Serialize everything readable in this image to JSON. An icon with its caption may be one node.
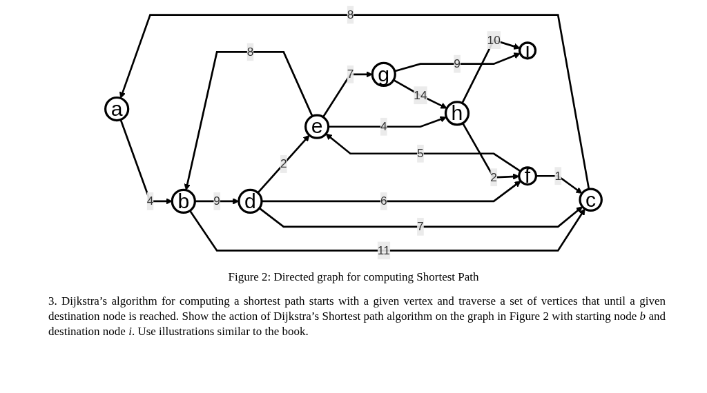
{
  "diagram": {
    "caption": "Figure 2: Directed graph for computing Shortest Path",
    "nodes": [
      {
        "text": [
          "a"
        ]
      },
      {
        "text": [
          "b"
        ]
      },
      {
        "text": [
          "c"
        ]
      },
      {
        "text": [
          "d"
        ]
      },
      {
        "text": [
          "e"
        ]
      },
      {
        "text": [
          "f"
        ]
      },
      {
        "text": [
          "g"
        ]
      },
      {
        "text": [
          "h"
        ]
      },
      {
        "text": [
          "i"
        ]
      }
    ],
    "edges": [
      {
        "from": 0,
        "to": 1,
        "arrow": "to",
        "label": "4"
      },
      {
        "from": 4,
        "to": 1,
        "arrow": "to",
        "label": "8"
      },
      {
        "from": 1,
        "to": 3,
        "arrow": "to",
        "label": "9"
      },
      {
        "from": 1,
        "to": 2,
        "arrow": "to",
        "label": "11"
      },
      {
        "from": 3,
        "to": 4,
        "arrow": "to",
        "label": "2"
      },
      {
        "from": 4,
        "to": 6,
        "arrow": "to",
        "label": "7"
      },
      {
        "from": 6,
        "to": 8,
        "arrow": "to",
        "label": "9"
      },
      {
        "from": 4,
        "to": 7,
        "arrow": "to",
        "label": "4"
      },
      {
        "from": 6,
        "to": 7,
        "arrow": "to",
        "label": "14"
      },
      {
        "from": 5,
        "to": 4,
        "arrow": "to",
        "label": "5"
      },
      {
        "from": 3,
        "to": 2,
        "arrow": "to",
        "label": "7"
      },
      {
        "from": 3,
        "to": 5,
        "arrow": "to",
        "label": "6"
      },
      {
        "from": 2,
        "to": 0,
        "arrow": "to",
        "label": "8"
      },
      {
        "from": 7,
        "to": 8,
        "arrow": "to",
        "label": "10"
      },
      {
        "from": 5,
        "to": 2,
        "arrow": "to",
        "label": "1"
      },
      {
        "from": 7,
        "to": 5,
        "arrow": "to",
        "label": "2"
      }
    ],
    "labels": [
      "3. Dijkstra’s algorithm for computing a shortest path starts with a given vertex and traverse a set of vertices that until a given destination node is reached. Show the action of Dijkstra’s Shortest path algorithm on the graph in Figure 2 with starting node *b* and destination node *i*. Use illustrations similar to the book."
    ]
  }
}
